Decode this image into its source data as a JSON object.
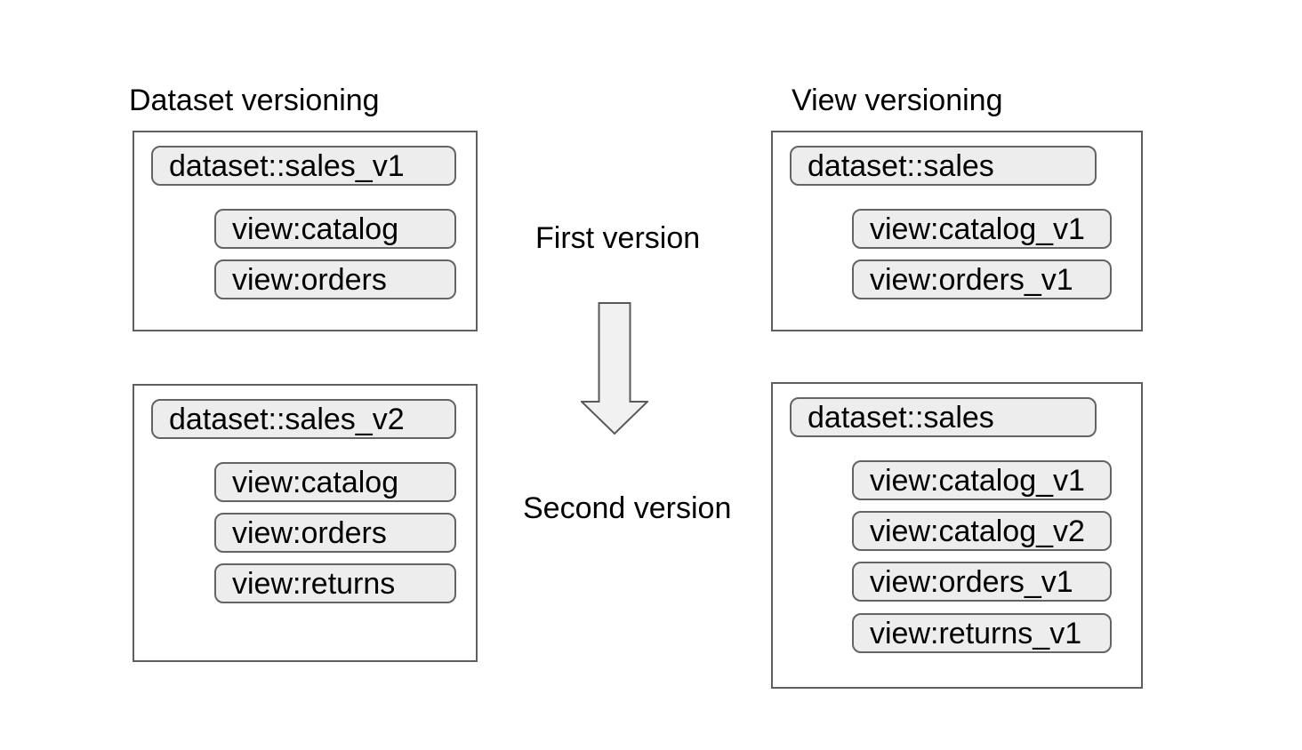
{
  "diagram": {
    "background": "#ffffff",
    "colors": {
      "box_border": "#5f5f5f",
      "pill_background": "#ededed",
      "pill_border": "#646464",
      "arrow_fill": "#f1f1f1",
      "arrow_stroke": "#595959",
      "text": "#000000"
    },
    "columns": [
      {
        "title": "Dataset versioning",
        "boxes": [
          {
            "dataset": "dataset::sales_v1",
            "views": [
              "view:catalog",
              "view:orders"
            ]
          },
          {
            "dataset": "dataset::sales_v2",
            "views": [
              "view:catalog",
              "view:orders",
              "view:returns"
            ]
          }
        ]
      },
      {
        "title": "View versioning",
        "boxes": [
          {
            "dataset": "dataset::sales",
            "views": [
              "view:catalog_v1",
              "view:orders_v1"
            ]
          },
          {
            "dataset": "dataset::sales",
            "views": [
              "view:catalog_v1",
              "view:catalog_v2",
              "view:orders_v1",
              "view:returns_v1"
            ]
          }
        ]
      }
    ],
    "flow": {
      "first_label": "First version",
      "second_label": "Second version",
      "arrow_icon": "down-block-arrow"
    }
  }
}
